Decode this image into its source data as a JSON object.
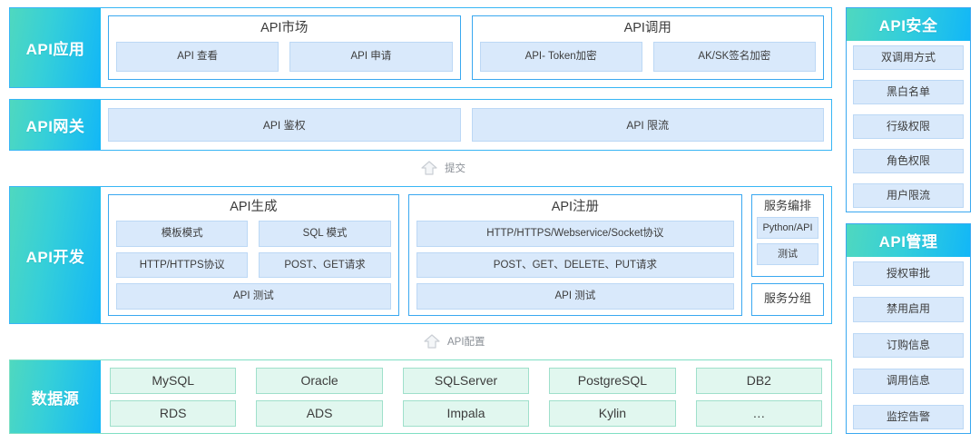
{
  "diagram": {
    "title": "API Platform Architecture",
    "accent_blue": "#38b6f5",
    "accent_teal": "#4fd8bf",
    "chip_blue": "#d9e9fb",
    "chip_green": "#e1f7ef"
  },
  "layers": {
    "application": {
      "label": "API应用",
      "groups": [
        {
          "title": "API市场",
          "chips": [
            "API 查看",
            "API 申请"
          ]
        },
        {
          "title": "API调用",
          "chips": [
            "API- Token加密",
            "AK/SK签名加密"
          ]
        }
      ]
    },
    "gateway": {
      "label": "API网关",
      "chips": [
        "API 鉴权",
        "API 限流"
      ]
    },
    "development": {
      "label": "API开发",
      "generate": {
        "title": "API生成",
        "rows": [
          [
            "模板模式",
            "SQL 模式"
          ],
          [
            "HTTP/HTTPS协议",
            "POST、GET请求"
          ],
          [
            "API 测试"
          ]
        ]
      },
      "register": {
        "title": "API注册",
        "rows": [
          [
            "HTTP/HTTPS/Webservice/Socket协议"
          ],
          [
            "POST、GET、DELETE、PUT请求"
          ],
          [
            "API 测试"
          ]
        ]
      },
      "orchestration": {
        "title": "服务编排",
        "chips": [
          "Python/API",
          "测试"
        ]
      },
      "grouping": {
        "title": "服务分组"
      }
    },
    "datasource": {
      "label": "数据源",
      "rows": [
        [
          "MySQL",
          "Oracle",
          "SQLServer",
          "PostgreSQL",
          "DB2"
        ],
        [
          "RDS",
          "ADS",
          "Impala",
          "Kylin",
          "…"
        ]
      ]
    }
  },
  "connectors": [
    {
      "icon": "arrow-up-icon",
      "label": "提交"
    },
    {
      "icon": "arrow-up-icon",
      "label": "API配置"
    }
  ],
  "sidebars": [
    {
      "title": "API安全",
      "items": [
        "双调用方式",
        "黑白名单",
        "行级权限",
        "角色权限",
        "用户限流"
      ]
    },
    {
      "title": "API管理",
      "items": [
        "授权审批",
        "禁用启用",
        "订购信息",
        "调用信息",
        "监控告警"
      ]
    }
  ]
}
